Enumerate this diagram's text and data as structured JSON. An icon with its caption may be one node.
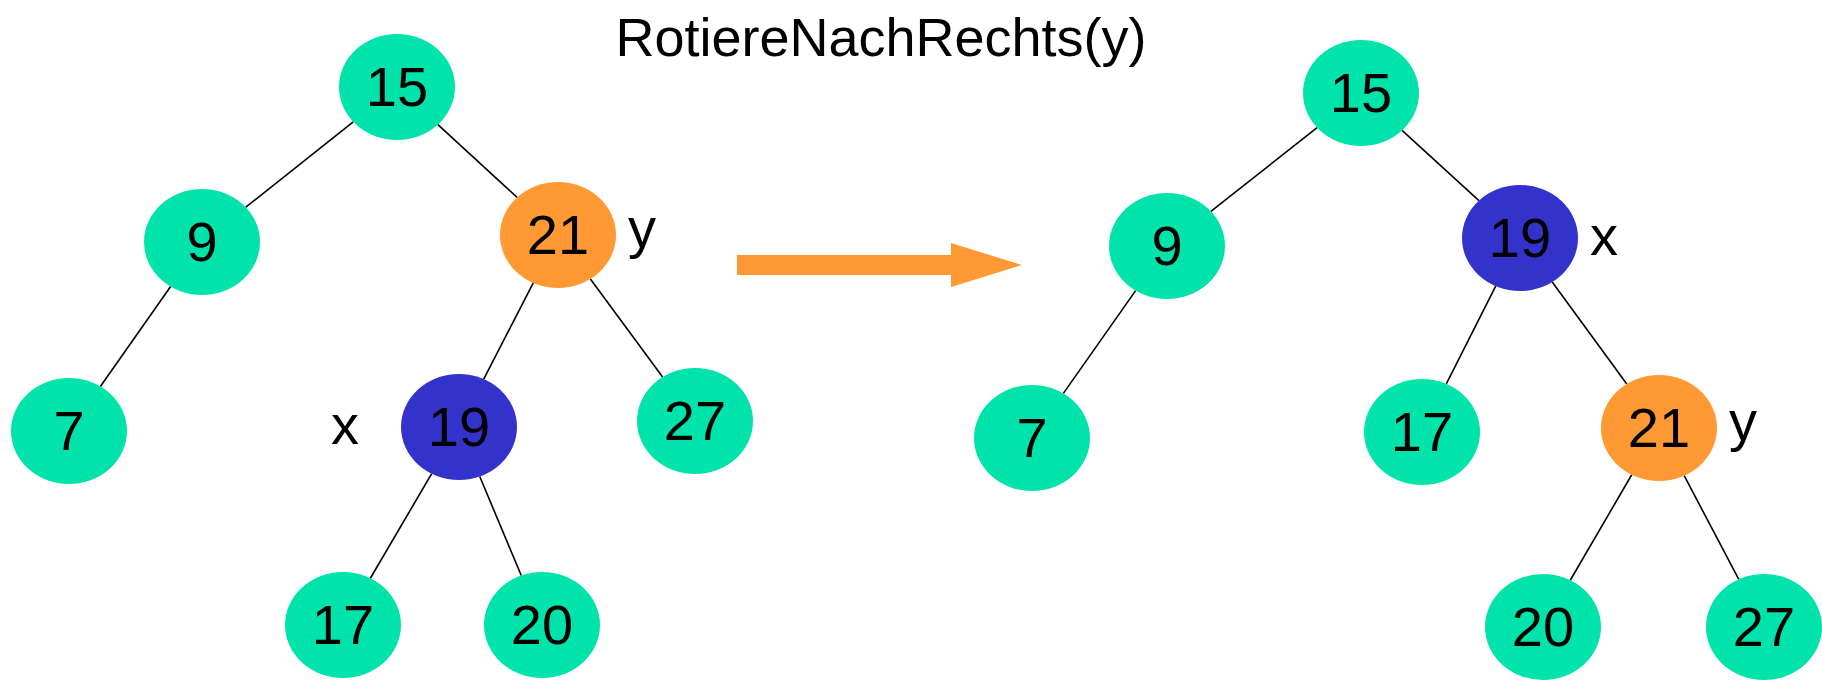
{
  "diagram": {
    "title": "RotiereNachRechts(y)",
    "nodes": [
      {
        "text": [
          "15"
        ]
      },
      {
        "text": [
          "9"
        ]
      },
      {
        "text": [
          "21"
        ],
        "beside": [
          "y"
        ]
      },
      {
        "text": [
          "7"
        ]
      },
      {
        "text": [
          "19"
        ],
        "beside": [
          "x"
        ]
      },
      {
        "text": [
          "27"
        ]
      },
      {
        "text": [
          "17"
        ]
      },
      {
        "text": [
          "20"
        ]
      },
      {
        "text": [
          "15"
        ]
      },
      {
        "text": [
          "9"
        ]
      },
      {
        "text": [
          "19"
        ],
        "beside": [
          "x"
        ]
      },
      {
        "text": [
          "7"
        ]
      },
      {
        "text": [
          "17"
        ]
      },
      {
        "text": [
          "21"
        ],
        "beside": [
          "y"
        ]
      },
      {
        "text": [
          "20"
        ]
      },
      {
        "text": [
          "27"
        ]
      }
    ],
    "edges": [
      {
        "from": 0,
        "to": 1,
        "arrow": "none"
      },
      {
        "from": 0,
        "to": 2,
        "arrow": "none"
      },
      {
        "from": 1,
        "to": 3,
        "arrow": "none"
      },
      {
        "from": 2,
        "to": 4,
        "arrow": "none"
      },
      {
        "from": 2,
        "to": 5,
        "arrow": "none"
      },
      {
        "from": 4,
        "to": 6,
        "arrow": "none"
      },
      {
        "from": 4,
        "to": 7,
        "arrow": "none"
      },
      {
        "from": 8,
        "to": 9,
        "arrow": "none"
      },
      {
        "from": 8,
        "to": 10,
        "arrow": "none"
      },
      {
        "from": 9,
        "to": 11,
        "arrow": "none"
      },
      {
        "from": 10,
        "to": 12,
        "arrow": "none"
      },
      {
        "from": 10,
        "to": 13,
        "arrow": "none"
      },
      {
        "from": 13,
        "to": 14,
        "arrow": "none"
      },
      {
        "from": 13,
        "to": 15,
        "arrow": "none"
      }
    ]
  }
}
